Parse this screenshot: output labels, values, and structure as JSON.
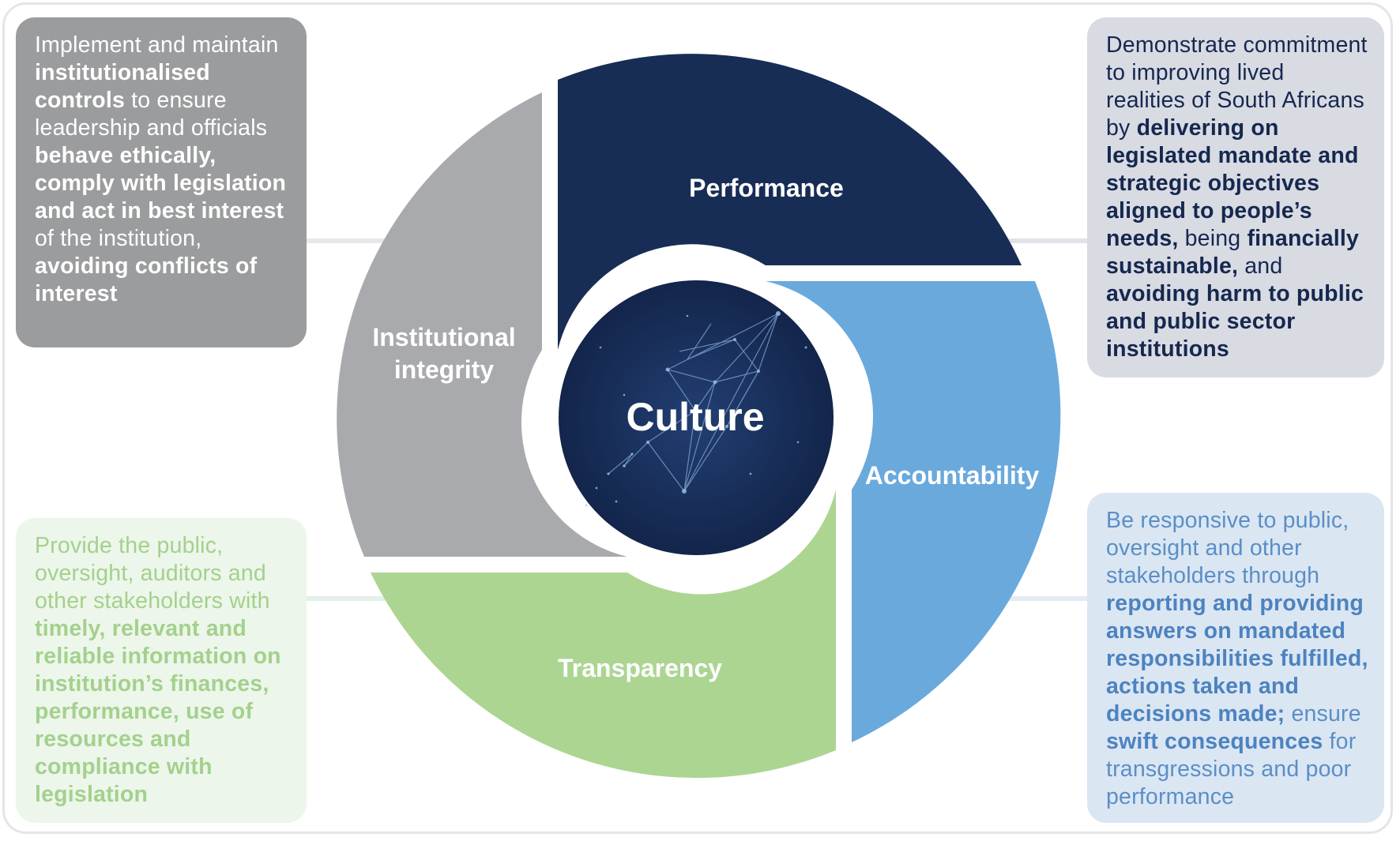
{
  "center": {
    "label": "Culture"
  },
  "segments": {
    "performance": {
      "label": "Performance",
      "color": "#172d55"
    },
    "accountability": {
      "label": "Accountability",
      "color": "#6aa9dc"
    },
    "transparency": {
      "label": "Transparency",
      "color": "#acd592"
    },
    "integrity": {
      "label_line1": "Institutional",
      "label_line2": "integrity",
      "color": "#a9aaad"
    }
  },
  "boxes": {
    "integrity": {
      "t1": "Implement and maintain ",
      "b1": "institutionalised controls",
      "t2": " to ensure leadership and officials ",
      "b2": "behave ethically, comply with legislation and act in best interest",
      "t3": " of the institution, ",
      "b3": "avoiding conflicts of interest"
    },
    "performance": {
      "t1": "Demonstrate commitment to improving lived realities of South Africans by ",
      "b1": "delivering on legislated mandate and strategic objectives aligned to people’s needs,",
      "t2": " being ",
      "b2": "financially sustainable,",
      "t3": " and ",
      "b3": "avoiding harm to public and public sector institutions"
    },
    "transparency": {
      "t1": "Provide the public, oversight, auditors and other stakeholders with ",
      "b1": "timely, relevant and reliable information on institution’s finances, performance, use of resources and compliance with legislation"
    },
    "accountability": {
      "t1": "Be responsive to public, oversight and other stakeholders through ",
      "b1": "reporting and providing answers on mandated responsibilities fulfilled, actions taken and decisions made;",
      "t2": " ensure ",
      "b2": "swift consequences",
      "t3": " for transgressions and poor performance"
    }
  }
}
